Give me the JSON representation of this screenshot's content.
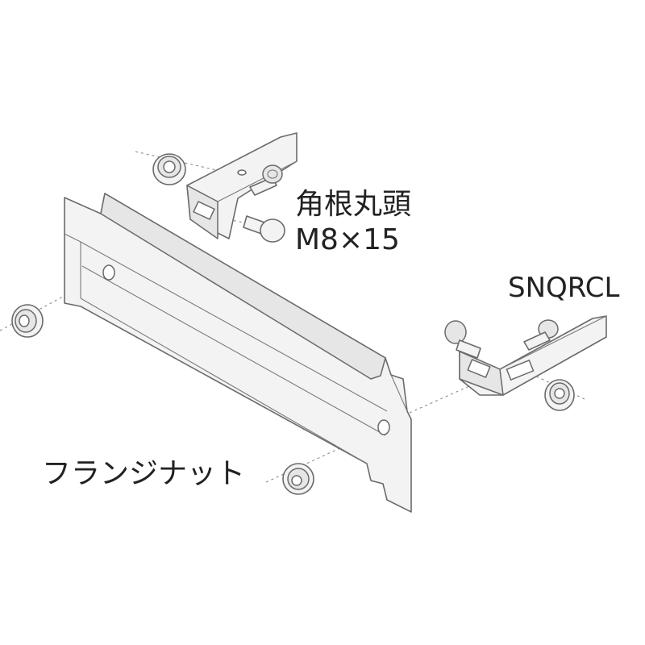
{
  "labels": {
    "bolt_type": "角根丸頭",
    "bolt_size": "M8×15",
    "part_code": "SNQRCL",
    "nut": "フランジナット"
  }
}
